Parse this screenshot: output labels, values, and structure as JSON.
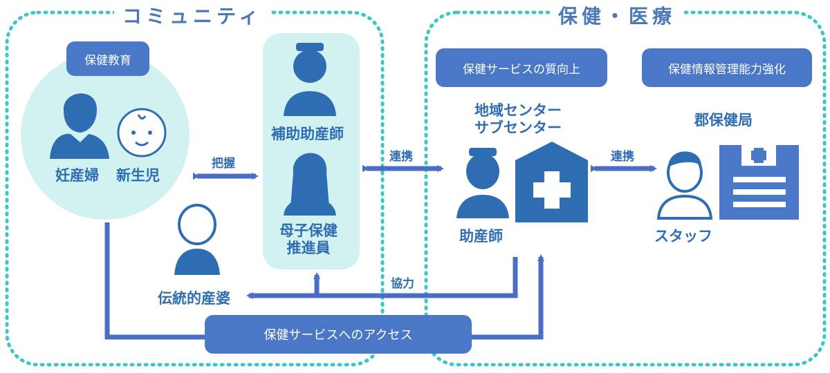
{
  "sections": {
    "community": "コミュニティ",
    "health_medical": "保健・医療"
  },
  "community": {
    "health_education": "保健教育",
    "pregnant": "妊産婦",
    "newborn": "新生児",
    "assistant_midwife": "補助助産師",
    "mch_promoter": "母子保健\n推進員",
    "traditional_midwife": "伝統的産婆",
    "grasp": "把握"
  },
  "health": {
    "quality_improvement": "保健サービスの質向上",
    "info_management": "保健情報管理能力強化",
    "center": "地域センター\nサブセンター",
    "district_office": "郡保健局",
    "midwife": "助産師",
    "staff": "スタッフ"
  },
  "links": {
    "cooperation_left": "連携",
    "cooperation_right": "連携",
    "collaboration": "協力",
    "access": "保健サービスへのアクセス"
  },
  "colors": {
    "teal_dotted": "#3cc6c6",
    "light_teal": "#d2f1f1",
    "dark_blue": "#2f6db3",
    "pill_blue": "#4a78c6",
    "arrow_blue": "#4a6ec6"
  }
}
